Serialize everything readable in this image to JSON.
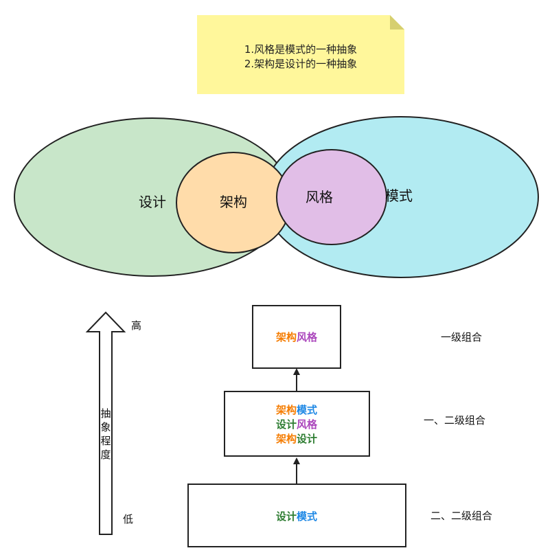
{
  "note": {
    "lines": [
      "1.风格是模式的一种抽象",
      "2.架构是设计的一种抽象"
    ],
    "fill": "#fff79b",
    "fold": "#d6cf6f"
  },
  "venn": {
    "design": {
      "label": "设计",
      "fill": "#c8e6c9"
    },
    "architecture": {
      "label": "架构",
      "fill": "#ffdcaa"
    },
    "style": {
      "label": "风格",
      "fill": "#e1bee7"
    },
    "pattern": {
      "label": "模式",
      "fill": "#b2ebf2"
    }
  },
  "arrow": {
    "top_label": "高",
    "bottom_label": "低",
    "axis_chars": [
      "抽",
      "象",
      "程",
      "度"
    ]
  },
  "levels": [
    {
      "lines": [
        [
          {
            "text": "架构",
            "color": "#f57c00"
          },
          {
            "text": "风格",
            "color": "#ab47bc"
          }
        ]
      ],
      "side_label": "一级组合"
    },
    {
      "lines": [
        [
          {
            "text": "架构",
            "color": "#f57c00"
          },
          {
            "text": "模式",
            "color": "#1e88e5"
          }
        ],
        [
          {
            "text": "设计",
            "color": "#2e7d32"
          },
          {
            "text": "风格",
            "color": "#ab47bc"
          }
        ],
        [
          {
            "text": "架构",
            "color": "#f57c00"
          },
          {
            "text": "设计",
            "color": "#2e7d32"
          }
        ]
      ],
      "side_label": "一、二级组合"
    },
    {
      "lines": [
        [
          {
            "text": "设计",
            "color": "#2e7d32"
          },
          {
            "text": "模式",
            "color": "#1e88e5"
          }
        ]
      ],
      "side_label": "二、二级组合"
    }
  ]
}
